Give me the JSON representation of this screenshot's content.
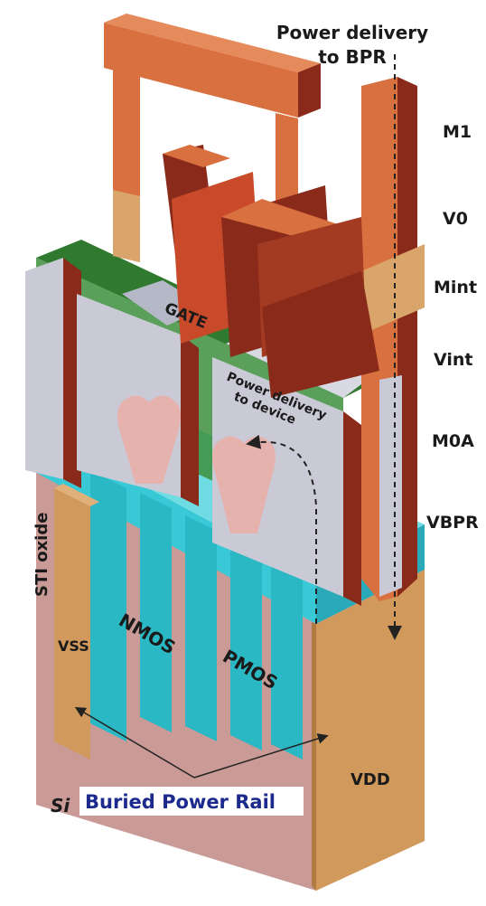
{
  "labels": {
    "power_delivery_bpr_line1": "Power delivery",
    "power_delivery_bpr_line2": "to BPR",
    "m1": "M1",
    "v0": "V0",
    "mint": "Mint",
    "vint": "Vint",
    "m0a": "M0A",
    "vbpr": "VBPR",
    "gate": "GATE",
    "power_delivery_device_line1": "Power delivery",
    "power_delivery_device_line2": "to device",
    "sti_oxide": "STI oxide",
    "nmos": "NMOS",
    "pmos": "PMOS",
    "vss": "VSS",
    "vdd": "VDD",
    "si": "Si",
    "buried_power_rail": "Buried Power Rail"
  },
  "colors": {
    "metal_copper": "#d9703f",
    "metal_dark": "#8a2a1a",
    "via_tan": "#d9a56a",
    "gate_green": "#2f7a2f",
    "contact_gray": "#c9cad6",
    "sti_cyan": "#39c9d6",
    "si_pink": "#c99a96",
    "bpr_tan": "#d19a5c",
    "epi_pink": "#e6b2ad",
    "label_blue": "#1b2a8c"
  }
}
